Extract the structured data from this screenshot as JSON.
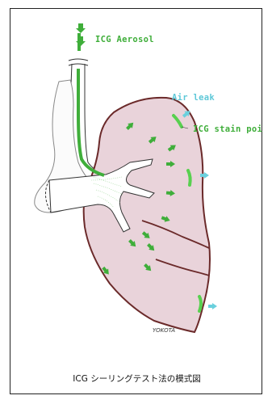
{
  "labels": {
    "aerosol": "ICG Aerosol",
    "air_leak": "Air leak",
    "stain_point": "ICG stain point"
  },
  "signature": "YOKOTA",
  "caption": "ICG シーリングテスト法の模式図",
  "colors": {
    "lung_fill": "#e9d3da",
    "lung_outline": "#6b2a2a",
    "aerosol_green": "#3fae3a",
    "leak_cyan": "#6ad0dd",
    "stain_green": "#58d04f"
  }
}
